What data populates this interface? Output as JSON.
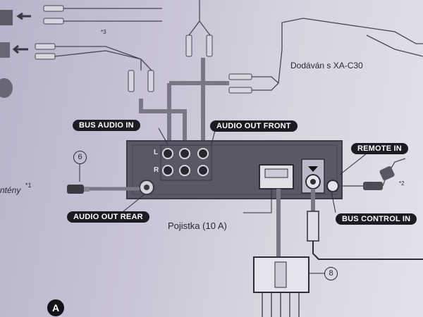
{
  "labels": {
    "bus_audio_in": "BUS AUDIO IN",
    "audio_out_front": "AUDIO OUT FRONT",
    "remote_in": "REMOTE IN",
    "audio_out_rear": "AUDIO OUT REAR",
    "bus_control_in": "BUS CONTROL IN",
    "supplied_with": "Dodáván s XA-C30",
    "fuse": "Pojistka (10 A)",
    "antenna_partial": "ntény",
    "antenna_note": "*1",
    "note_2": "*2",
    "note_3": "*3",
    "channel_left": "L",
    "channel_right": "R",
    "callout_6": "6",
    "callout_8": "8",
    "figure_letter": "A"
  },
  "colors": {
    "label_bg": "#1c1a22",
    "label_text": "#ffffff",
    "line": "#4a4652",
    "unit_body": "#5b5764",
    "background": "#c8c3d5"
  },
  "icons": [
    "rca-plug-icon",
    "rca-jack-icon",
    "arrow-left-icon",
    "connector-icon",
    "antenna-plug-icon",
    "mini-jack-icon"
  ]
}
